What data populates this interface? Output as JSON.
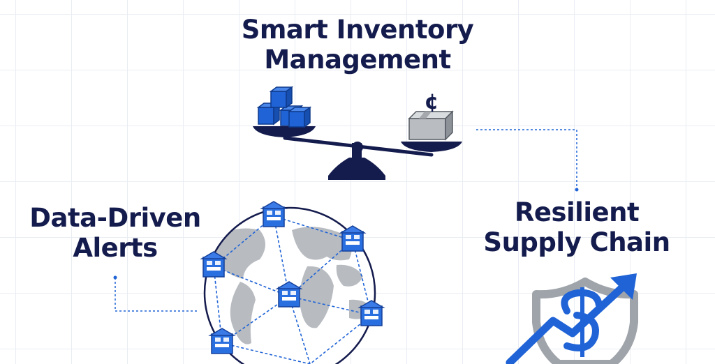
{
  "titles": {
    "inventory": [
      "Smart Inventory",
      "Management"
    ],
    "alerts": [
      "Data-Driven",
      "Alerts"
    ],
    "supply": [
      "Resilient",
      "Supply Chain"
    ]
  },
  "scale_symbol": "¢",
  "colors": {
    "navy": "#141b4d",
    "blue": "#1f63d6",
    "blue_light": "#3a7be8",
    "gray": "#9fa4aa",
    "map_gray": "#b8bcc1",
    "grid": "#e9edf3"
  },
  "icons": {
    "scale": "balance-scale-icon",
    "boxes": "box-stack-icon",
    "globe": "globe-network-icon",
    "warehouse": "warehouse-icon",
    "shield": "shield-dollar-icon",
    "trend": "trend-up-arrow-icon"
  }
}
